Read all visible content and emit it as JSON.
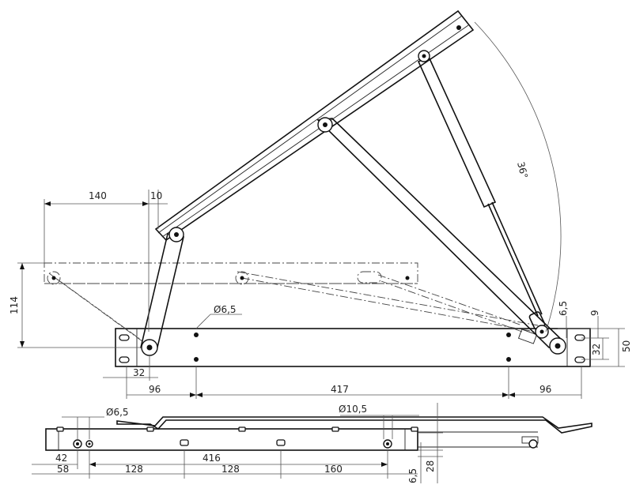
{
  "dimensions": {
    "top_140": "140",
    "top_10": "10",
    "angle_36": "36°",
    "h_114": "114",
    "dia_6_5": "Ø6,5",
    "d_6_5_right": "6,5",
    "d_9": "9",
    "d_32_right": "32",
    "d_50": "50",
    "d_32_bottom": "32",
    "d_96_left": "96",
    "d_417": "417",
    "d_96_right": "96",
    "dia_6_5_side": "Ø6,5",
    "dia_10_5": "Ø10,5",
    "d_42": "42",
    "d_416": "416",
    "d_58": "58",
    "d_128_a": "128",
    "d_128_b": "128",
    "d_160": "160",
    "d_6_5_side": "6,5",
    "d_28": "28"
  }
}
